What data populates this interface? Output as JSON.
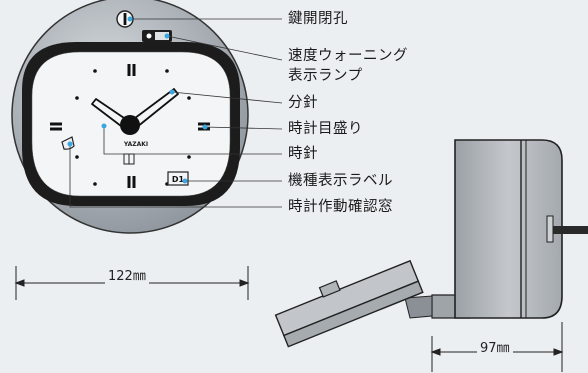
{
  "labels": {
    "key_hole": "鍵開閉孔",
    "warning_lamp_line1": "速度ウォーニング",
    "warning_lamp_line2": "表示ランプ",
    "minute_hand": "分針",
    "dial_scale": "時計目盛り",
    "hour_hand": "時針",
    "model_label": "機種表示ラベル",
    "check_window": "時計作動確認窓"
  },
  "dimensions": {
    "width": "122㎜",
    "depth": "97㎜"
  },
  "dial": {
    "brand": "YAZAKI",
    "model_badge": "D1"
  },
  "colors": {
    "accent": "#3aa6dd",
    "bezel": "#a9afb6",
    "face": "#f4f5f6",
    "body": "#b5b9be"
  }
}
